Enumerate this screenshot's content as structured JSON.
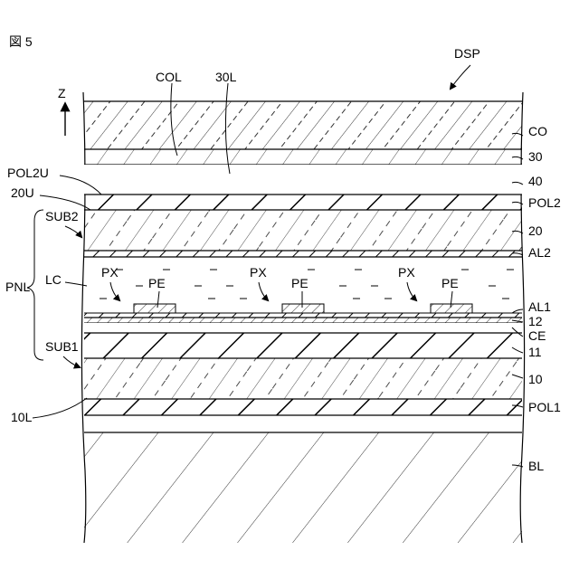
{
  "figure": {
    "title": "図 5",
    "device_label": "DSP",
    "axis_label": "Z"
  },
  "labels": {
    "col": "COL",
    "l30": "30L",
    "pol2u": "POL2U",
    "u20": "20U",
    "sub2": "SUB2",
    "pnl": "PNL",
    "lc": "LC",
    "px": "PX",
    "pe": "PE",
    "sub1": "SUB1",
    "l10": "10L"
  },
  "layers": {
    "co": "CO",
    "l30": "30",
    "l40": "40",
    "pol2": "POL2",
    "l20": "20",
    "al2": "AL2",
    "al1": "AL1",
    "l12": "12",
    "ce": "CE",
    "l11": "11",
    "l10": "10",
    "pol1": "POL1",
    "bl": "BL"
  }
}
